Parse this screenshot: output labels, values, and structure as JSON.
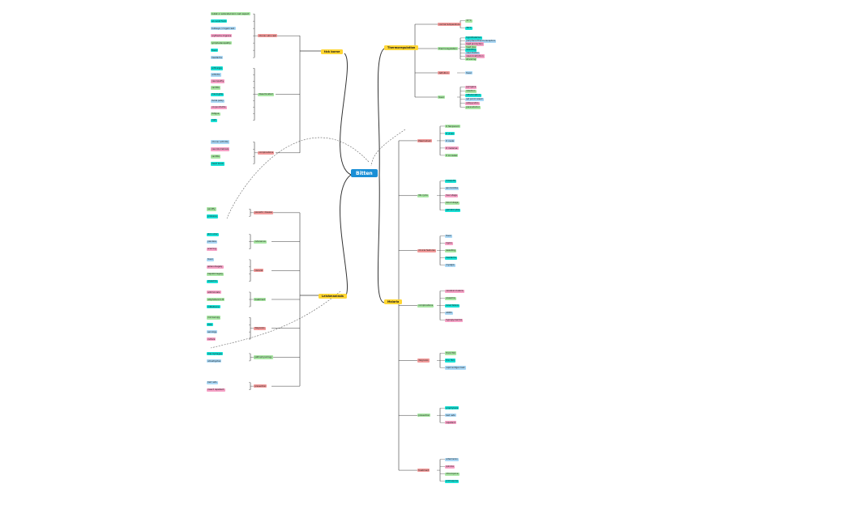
{
  "colors": {
    "root": "#1a8fd6",
    "main": "#ffd633",
    "green": "#a8e6a3",
    "cyan": "#17e0d6",
    "blue": "#a9d7f5",
    "pink": "#f5a0c5",
    "red": "#f29a9a",
    "navy": "#4a72c4",
    "line_main": "#333333",
    "line_branch": "#3a3a3a"
  },
  "root": {
    "label": "Bitten"
  },
  "topics": [
    {
      "id": "tick",
      "label": "tick borne",
      "branches": [
        {
          "label": "chronic skin rash",
          "children": [
            "bullet or saturated skin rash aspect",
            "an ovoid form",
            "bullseye / ringed rash",
            "erythema migrans",
            "lymphadenopathy",
            "fever",
            "headache"
          ]
        },
        {
          "label": "disseminated",
          "children": [
            "arthralgia",
            "arthritis",
            "neuropathy",
            "carditis",
            "meningitis",
            "facial palsy",
            "conjunctivitis",
            "fatigue",
            "rash"
          ]
        },
        {
          "label": "complications",
          "children": [
            "chronic arthritis",
            "neuroborreliosis",
            "carditis",
            "heart block"
          ]
        }
      ]
    },
    {
      "id": "thermo",
      "label": "Thermoregulation",
      "branches": [
        {
          "label": "normal temperature",
          "children": [
            "37°C",
            "36°C"
          ]
        },
        {
          "label": "thermoregulation",
          "children": [
            "hypothalamus",
            "peripheral thermoreceptors",
            "heat production",
            "heat loss",
            "sweating",
            "vasodilation",
            "vasoconstriction",
            "shivering"
          ]
        },
        {
          "label": "definition",
          "children": [
            "fever"
          ]
        },
        {
          "label": "fever",
          "children": [
            "pyrogens",
            "infection",
            "inflammation",
            "set point raised",
            "antipyretics",
            "paracetamol"
          ]
        }
      ]
    },
    {
      "id": "leish",
      "label": "Leishmaniasis",
      "branches": [
        {
          "label": "parasitic disease",
          "children": [
            "sandfly",
            "protozoa"
          ]
        },
        {
          "label": "cutaneous",
          "children": [
            "skin ulcer",
            "painless",
            "scarring"
          ]
        },
        {
          "label": "visceral",
          "children": [
            "fever",
            "splenomegaly",
            "hepatomegaly",
            "anaemia"
          ]
        },
        {
          "label": "treatment",
          "children": [
            "antimonials",
            "amphotericin B",
            "miltefosine"
          ]
        },
        {
          "label": "diagnosis",
          "children": [
            "microscopy",
            "PCR",
            "serology",
            "culture"
          ]
        },
        {
          "label": "pathophysiology",
          "children": [
            "macrophages",
            "amastigotes"
          ]
        },
        {
          "label": "prevention",
          "children": [
            "bed nets",
            "insect repellent"
          ]
        }
      ]
    },
    {
      "id": "malaria",
      "label": "Malaria",
      "branches": [
        {
          "label": "Plasmodium",
          "children": [
            "P. falciparum",
            "P. vivax",
            "P. ovale",
            "P. malariae",
            "P. knowlesi"
          ]
        },
        {
          "label": "life cycle",
          "children": [
            "mosquito",
            "sporozoites",
            "liver stage",
            "blood stage",
            "gametocytes"
          ]
        },
        {
          "label": "clinical features",
          "children": [
            "fever",
            "rigors",
            "sweating",
            "headache",
            "myalgia"
          ]
        },
        {
          "label": "complications",
          "children": [
            "cerebral malaria",
            "anaemia",
            "renal failure",
            "ARDS",
            "hypoglycaemia"
          ]
        },
        {
          "label": "diagnosis",
          "children": [
            "thick film",
            "thin film",
            "rapid antigen test"
          ]
        },
        {
          "label": "prevention",
          "children": [
            "prophylaxis",
            "bed nets",
            "repellent"
          ]
        },
        {
          "label": "treatment",
          "children": [
            "artemisinin",
            "quinine",
            "chloroquine",
            "primaquine"
          ]
        }
      ]
    }
  ]
}
